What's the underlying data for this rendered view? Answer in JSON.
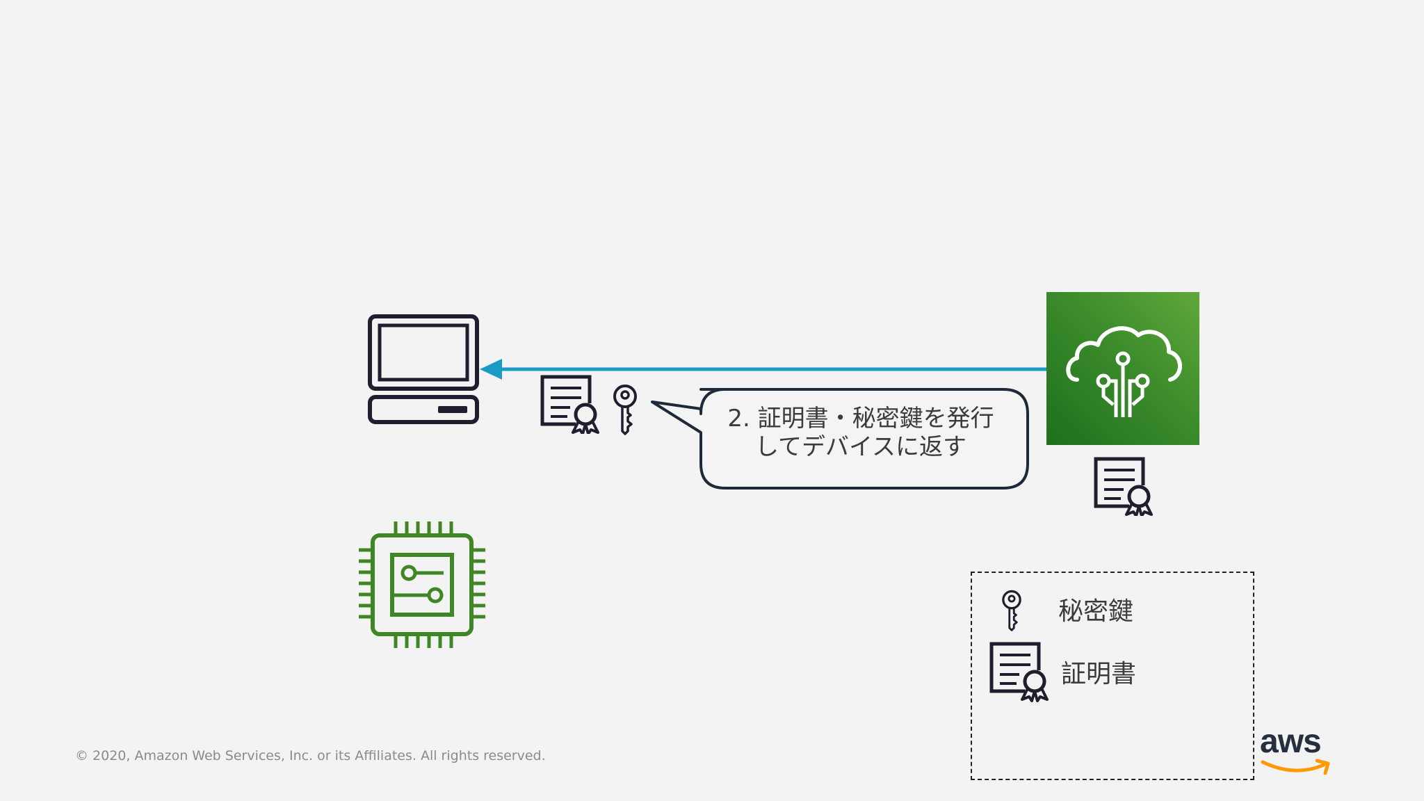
{
  "callout": {
    "line1": "2. 証明書・秘密鍵を発行",
    "line2": "してデバイスに返す"
  },
  "legend": {
    "key_label": "秘密鍵",
    "cert_label": "証明書"
  },
  "footer": {
    "copyright": "© 2020, Amazon Web Services, Inc. or its Affiliates. All rights reserved."
  },
  "logo": {
    "wordmark": "aws"
  },
  "icons": {
    "laptop": "laptop-icon",
    "certificate": "certificate-icon",
    "key": "key-icon",
    "cloud_service": "iot-core-cloud-icon",
    "chip": "microcontroller-chip-icon"
  },
  "colors": {
    "background": "#f3f3f4",
    "arrow": "#1a9bc6",
    "icon_dark": "#1e1e2e",
    "tile_green": "#3c8c2c",
    "chip_green": "#3f8624",
    "aws_orange": "#ff9900"
  }
}
